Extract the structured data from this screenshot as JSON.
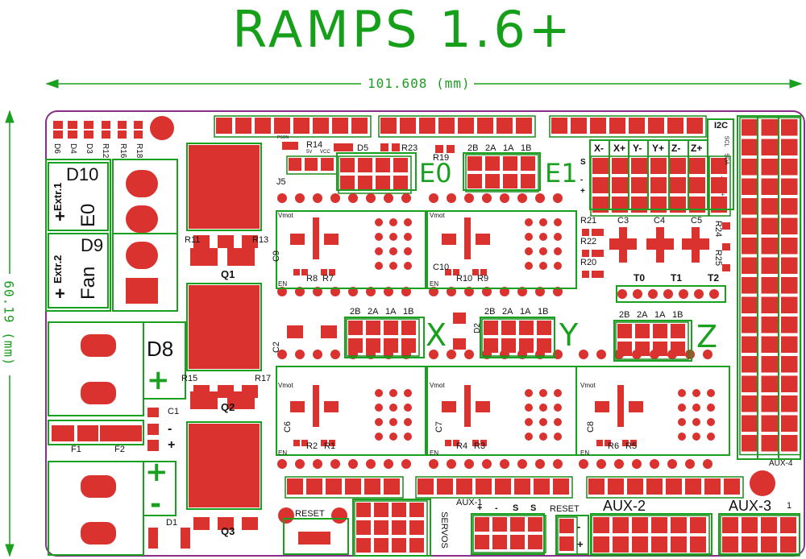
{
  "title": "RAMPS 1.6+",
  "dimensions": {
    "width_label": "101.608 (mm)",
    "height_label": "60.19 (mm)"
  },
  "colors": {
    "board_outline": "#8a2d8a",
    "silkscreen": "#1aa01f",
    "pad": "#d9322f",
    "pad_stroke": "#1c8c1c",
    "text": "#111111"
  },
  "power_block": {
    "d10": "D10",
    "extr1": "Extr.1",
    "e0": "E0",
    "d9": "D9",
    "extr2": "Extr.2",
    "fan": "Fan",
    "d8": "D8",
    "plus": "+",
    "minus": "-"
  },
  "leds": [
    "D6",
    "D4",
    "D3",
    "R12",
    "R16",
    "R18"
  ],
  "mosfets": [
    "Q1",
    "Q2",
    "Q3"
  ],
  "resistors": {
    "r11": "R11",
    "r13": "R13",
    "r15": "R15",
    "r17": "R17",
    "r14": "R14",
    "r23": "R23",
    "r19": "R19",
    "r21": "R21",
    "r22": "R22",
    "r20": "R20",
    "r24": "R24",
    "r25": "R25",
    "r8": "R8",
    "r7": "R7",
    "r10": "R10",
    "r9": "R9",
    "r2": "R2",
    "r1": "R1",
    "r4": "R4",
    "r3": "R3",
    "r6": "R6",
    "r5": "R5"
  },
  "caps": {
    "c1": "C1",
    "c2": "C2",
    "c3": "C3",
    "c4": "C4",
    "c5": "C5",
    "c6": "C6",
    "c7": "C7",
    "c8": "C8",
    "c9": "C9",
    "c10": "C10"
  },
  "misc": {
    "j5": "J5",
    "d5": "D5",
    "d1": "D1",
    "d2": "D2",
    "f1": "F1",
    "f2": "F2",
    "i2c": "I2C",
    "pson": "PSON",
    "v5": "5V",
    "vcc": "VCC",
    "s": "S"
  },
  "axes": {
    "e0": "E0",
    "e1": "E1",
    "x": "X",
    "y": "Y",
    "z": "Z"
  },
  "coil_labels": [
    "2B",
    "2A",
    "1A",
    "1B"
  ],
  "driver_labels": {
    "vmot": "Vmot",
    "en": "EN"
  },
  "endstops": [
    "X-",
    "X+",
    "Y-",
    "Y+",
    "Z-",
    "Z+"
  ],
  "endstop_rows": [
    "S",
    "-",
    "+"
  ],
  "i2c_pins": [
    "SCL",
    "SDA",
    "-",
    "+"
  ],
  "thermistors": [
    "T0",
    "T1",
    "T2"
  ],
  "aux": {
    "aux1": "AUX-1",
    "aux2": "AUX-2",
    "aux3": "AUX-3",
    "aux4": "AUX-4",
    "one": "1",
    "aux1_pins": [
      "+",
      "-",
      "S",
      "S"
    ],
    "reset": "RESET",
    "servos": "SERVOS"
  }
}
